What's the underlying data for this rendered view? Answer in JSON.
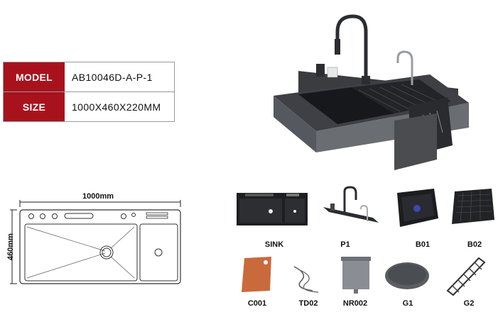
{
  "specs": [
    {
      "key": "MODEL",
      "value": "AB10046D-A-P-1"
    },
    {
      "key": "SIZE",
      "value": "1000X460X220MM"
    }
  ],
  "dimensions": {
    "width": "1000mm",
    "height": "460mm"
  },
  "parts": [
    {
      "code": "SINK"
    },
    {
      "code": "P1"
    },
    {
      "code": "B01"
    },
    {
      "code": "B02"
    },
    {
      "code": "C001"
    },
    {
      "code": "TD02"
    },
    {
      "code": "NR002"
    },
    {
      "code": "G1"
    },
    {
      "code": "G2"
    }
  ],
  "colors": {
    "brand_red": "#a8121d",
    "sink_dark": "#2b2d31",
    "board_orange": "#c96a3c"
  }
}
